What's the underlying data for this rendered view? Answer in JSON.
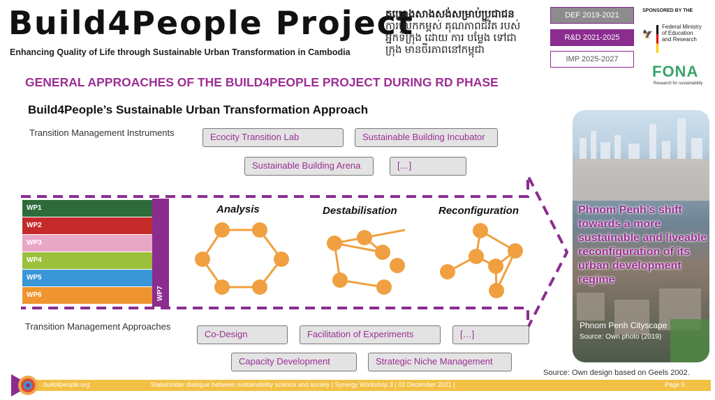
{
  "header": {
    "title": "Build4People Project",
    "subtitle": "Enhancing Quality of Life through Sustainable Urban Transformation in Cambodia",
    "khmer_lines": [
      "គម្រោងសាងសង់សម្រាប់ប្រជាជន",
      "ការលើកកម្ពស់ គុណភាពជីវិត របស់",
      "អ្នកទីក្រុង ដោយ ការ បម្លែង ទៅជា",
      "ក្រុង មានចីរភាពនៅកម្ពុជា"
    ],
    "phases": [
      "DEF 2019-2021",
      "R&D 2021-2025",
      "IMP 2025-2027"
    ],
    "sponsored_label": "SPONSORED BY THE",
    "ministry_lines": [
      "Federal Ministry",
      "of Education",
      "and Research"
    ],
    "fona": "FONA",
    "fona_sub": "Research for sustainability"
  },
  "slide": {
    "heading": "GENERAL APPROACHES OF THE BUILD4PEOPLE PROJECT DURING RD PHASE",
    "subheading": "Build4People’s Sustainable Urban Transformation Approach",
    "instruments_label": "Transition Management Instruments",
    "instruments": [
      "Ecocity Transition Lab",
      "Sustainable Building Incubator",
      "Sustainable Building Arena",
      "[…]"
    ],
    "approaches_label": "Transition Management Approaches",
    "approaches": [
      "Co-Design",
      "Facilitation of Experiments",
      "[…]",
      "Capacity Development",
      "Strategic Niche Management"
    ],
    "work_packages": [
      {
        "label": "WP1",
        "color": "#2e6b3b"
      },
      {
        "label": "WP2",
        "color": "#c52a2a"
      },
      {
        "label": "WP3",
        "color": "#e9a7c6"
      },
      {
        "label": "WP4",
        "color": "#9bc03b"
      },
      {
        "label": "WP5",
        "color": "#3a96d6"
      },
      {
        "label": "WP6",
        "color": "#ef9530"
      }
    ],
    "wp7": "WP7",
    "stages": [
      "Analysis",
      "Destabilisation",
      "Reconfiguration"
    ],
    "photo_text": "Phnom Penh’s shift towards a more sustainable and liveable reconfiguration of its urban development regime",
    "photo_caption": "Phnom Penh Cityscape",
    "photo_source": "Source: Own photo (2019)",
    "source_note": "Source: Own design based on Geels 2002."
  },
  "footer": {
    "url": "build4people.org",
    "center": "Stakeholder dialogue between sustainability science and society   |  Synergy Workshop 3  | 02 December 2021 |",
    "page": "Page 5"
  },
  "colors": {
    "accent": "#9b2f95",
    "node": "#f0a040",
    "footer": "#f2c044"
  }
}
